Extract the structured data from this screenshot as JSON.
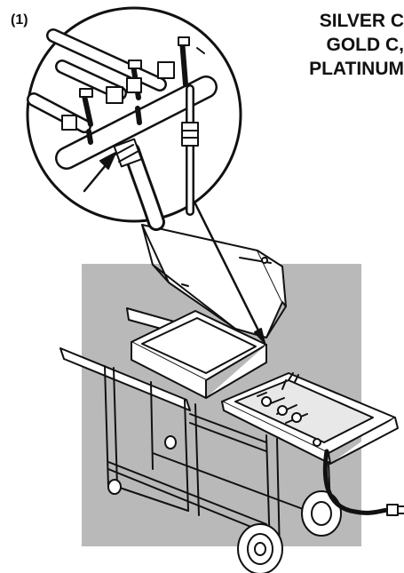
{
  "step": {
    "label": "(1)"
  },
  "models": [
    "SILVER C",
    "GOLD C,",
    "PLATINUM"
  ],
  "colors": {
    "backdrop": "#b9b9b9",
    "line": "#111111",
    "fill": "#ffffff"
  }
}
